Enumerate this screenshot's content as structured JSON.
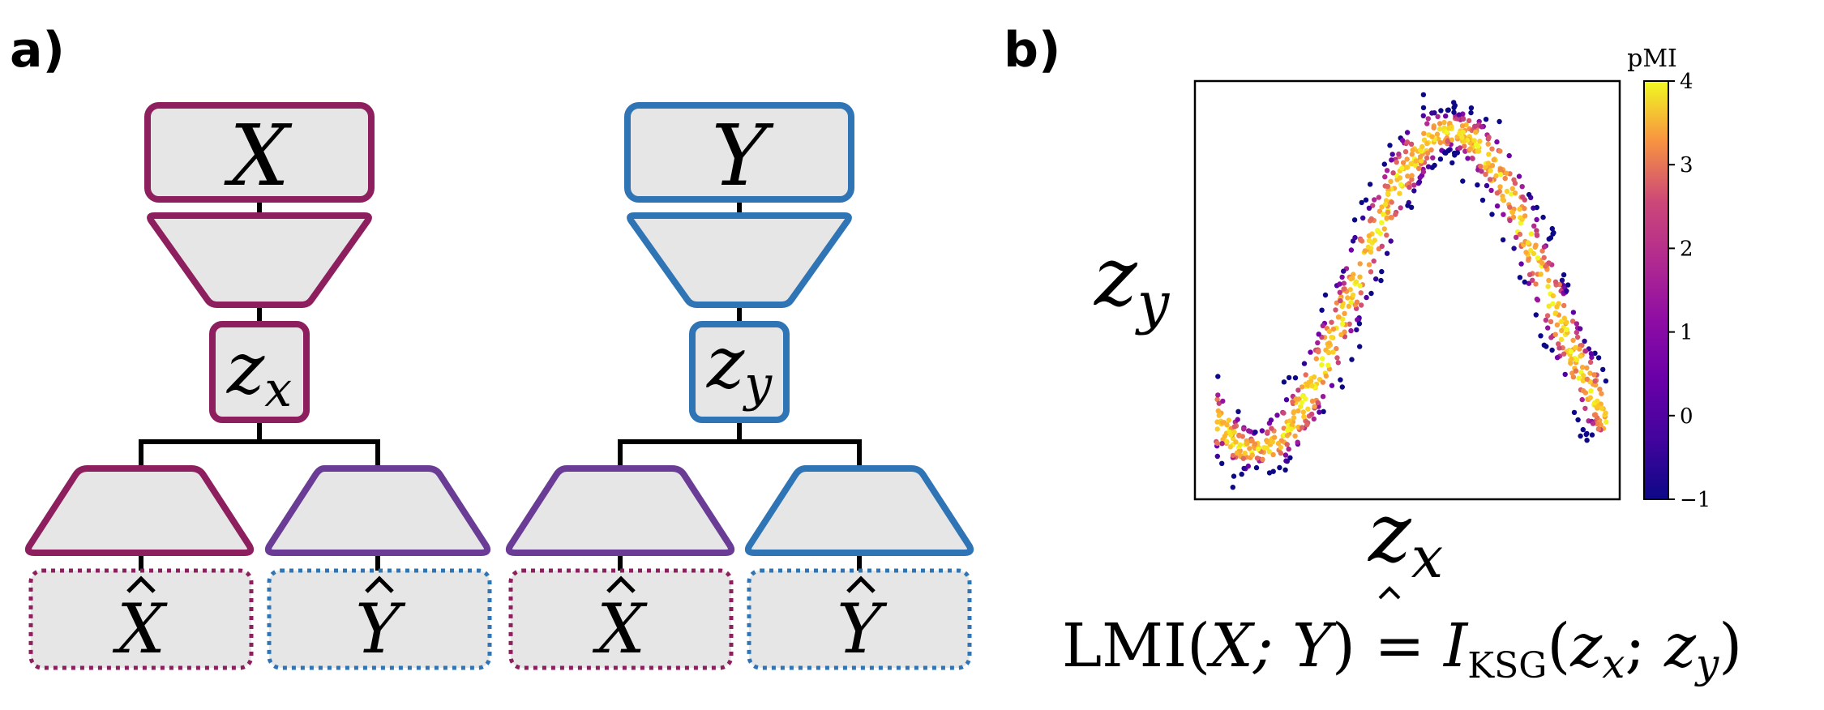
{
  "panel_a": {
    "label": "a)",
    "colors": {
      "x": "#8e1f5e",
      "y": "#2f75b5",
      "mix": "#6a3c96",
      "fill": "#e6e6e6",
      "line": "#000000"
    },
    "left": {
      "input": "X",
      "latent_base": "z",
      "latent_sub": "x",
      "outputs": [
        "X",
        "Y"
      ]
    },
    "right": {
      "input": "Y",
      "latent_base": "z",
      "latent_sub": "y",
      "outputs": [
        "X",
        "Y"
      ]
    }
  },
  "panel_b": {
    "label": "b)",
    "xlabel_base": "z",
    "xlabel_sub": "x",
    "ylabel_base": "z",
    "ylabel_sub": "y",
    "formula": {
      "name": "LMI",
      "args": "X; Y",
      "equals": "=",
      "estimator": "I",
      "estimator_sub": "KSG",
      "estimator_args": "z",
      "arg1_sub": "x",
      "arg2_sub": "y"
    },
    "colorbar": {
      "title": "pMI",
      "ticks": [
        "4",
        "3",
        "2",
        "1",
        "0",
        "−1"
      ],
      "min": -1,
      "max": 4
    }
  },
  "chart_data": {
    "type": "scatter",
    "xlabel": "z_x",
    "ylabel": "z_y",
    "colorbar_label": "pMI",
    "color_range": [
      -1,
      4
    ],
    "colormap": "plasma",
    "axes_ticks": "none",
    "grid": false,
    "note": "sine-shaped point cloud, color = pMI",
    "curve": {
      "x_range": [
        0,
        1
      ],
      "amplitude": 0.38,
      "center": 0.5,
      "phase": "rising-sine"
    },
    "n_points": 900
  }
}
